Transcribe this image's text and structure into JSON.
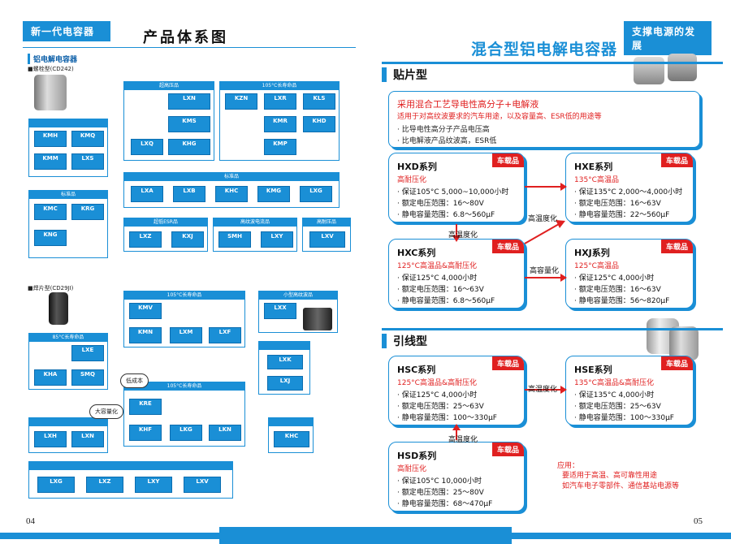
{
  "left_page": {
    "tab": "新一代电容器",
    "title": "产品体系图",
    "section": "铝电解电容器",
    "sub_a": "■螺栓型(CD242)",
    "sub_b": "■焊片型(CD29JI)",
    "page_num": "04",
    "chart_boxes": [
      {
        "title": "超高压品"
      },
      {
        "title": "105°C长寿命品"
      },
      {
        "title": "标准品"
      },
      {
        "title": "标准品"
      },
      {
        "title": "超低ESR品"
      },
      {
        "title": "高纹波电流品"
      },
      {
        "title": "高耐压品"
      },
      {
        "title": "85°C长寿命品"
      },
      {
        "title": "105°C长寿命品"
      },
      {
        "title": "小型高纹波品"
      },
      {
        "title": "105°C长寿命品"
      }
    ],
    "chip_names": [
      "KMH",
      "KMQ",
      "KMM",
      "LXS",
      "LXN",
      "KMS",
      "LXQ",
      "KHG",
      "KZN",
      "LXR",
      "KLS",
      "KMR",
      "KHD",
      "KMP",
      "LXA",
      "LXB",
      "KHC",
      "KMG",
      "LXG",
      "KMC",
      "KRG",
      "KNG",
      "LXZ",
      "KXJ",
      "SMH",
      "LXY",
      "LXV",
      "LXE",
      "KHA",
      "SMQ",
      "KMV",
      "KMN",
      "LXM",
      "LXF",
      "LXX",
      "LXK",
      "LXJ",
      "KRE",
      "KHF",
      "LKG",
      "LKN",
      "LXH"
    ],
    "callouts": [
      "低成本",
      "大容量化"
    ]
  },
  "right_page": {
    "tab": "支撑电源的发展",
    "title": "混合型铝电解电容器",
    "page_num": "05",
    "smd_section": "贴片型",
    "lead_section": "引线型",
    "intro": {
      "line1": "采用混合工艺导电性高分子+电解液",
      "line2": "适用于对高纹波要求的汽车用途，以及容量高、ESR低的用途等",
      "bullet1": "· 比导电性高分子产品电压高",
      "bullet2": "· 比电解液产品纹波高，ESR低"
    },
    "cards": [
      {
        "name": "HXD系列",
        "tag": "车载品",
        "feature": "高耐压化",
        "l1": "· 保证105°C 5,000~10,000小时",
        "l2": "· 额定电压范围：16～80V",
        "l3": "· 静电容量范围：6.8～560μF"
      },
      {
        "name": "HXE系列",
        "tag": "车载品",
        "feature": "135°C高温品",
        "l1": "· 保证135°C 2,000～4,000小时",
        "l2": "· 额定电压范围：16～63V",
        "l3": "· 静电容量范围：22～560μF"
      },
      {
        "name": "HXC系列",
        "tag": "车载品",
        "feature": "125°C高温品&高耐压化",
        "l1": "· 保证125°C 4,000小时",
        "l2": "· 额定电压范围：16～63V",
        "l3": "· 静电容量范围：6.8～560μF"
      },
      {
        "name": "HXJ系列",
        "tag": "车载品",
        "feature": "125°C高温品",
        "l1": "· 保证125°C 4,000小时",
        "l2": "· 额定电压范围：16～63V",
        "l3": "· 静电容量范围：56～820μF"
      },
      {
        "name": "HSC系列",
        "tag": "车载品",
        "feature": "125°C高温品&高耐压化",
        "l1": "· 保证125°C 4,000小时",
        "l2": "· 额定电压范围：25～63V",
        "l3": "· 静电容量范围：100～330μF"
      },
      {
        "name": "HSE系列",
        "tag": "车载品",
        "feature": "135°C高温品&高耐压化",
        "l1": "· 保证135°C 4,000小时",
        "l2": "· 额定电压范围：25～63V",
        "l3": "· 静电容量范围：100～330μF"
      },
      {
        "name": "HSD系列",
        "tag": "车载品",
        "feature": "高耐压化",
        "l1": "· 保证105°C 10,000小时",
        "l2": "· 额定电压范围：25～80V",
        "l3": "· 静电容量范围：68～470μF"
      }
    ],
    "arrows": {
      "a1": "高温度化",
      "a2": "高温度化",
      "a3": "高容量化",
      "a4": "高温度化",
      "a5": "高温度化"
    },
    "applications": {
      "title": "应用：",
      "line1": "要适用于高温、高可靠性用途",
      "line2": "如汽车电子零部件、通信基站电源等"
    }
  }
}
